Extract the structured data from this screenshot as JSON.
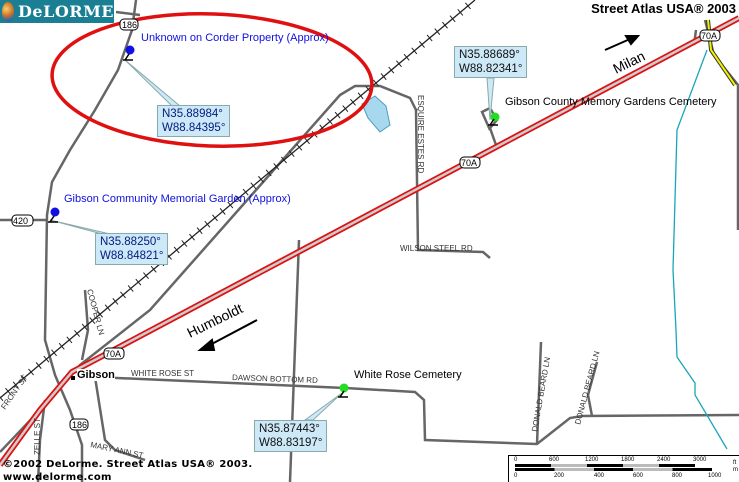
{
  "brand": {
    "logo_text": "DeLORME",
    "product_title": "Street Atlas USA® 2003"
  },
  "markers": [
    {
      "name": "Unknown on Corder Property (Approx)",
      "lat": "N35.88984°",
      "lon": "W88.84395°",
      "color": "#1010e0"
    },
    {
      "name": "Gibson Community Memorial Garden (Approx)",
      "lat": "N35.88250°",
      "lon": "W88.84821°",
      "color": "#1010e0"
    },
    {
      "name": "Gibson County Memory Gardens Cemetery",
      "lat": "N35.88689°",
      "lon": "W88.82341°",
      "color": "#22dd22"
    },
    {
      "name": "White Rose Cemetery",
      "lat": "N35.87443°",
      "lon": "W88.83197°",
      "color": "#22dd22"
    }
  ],
  "places": {
    "gibson": "Gibson",
    "humboldt": "Humboldt",
    "milan": "Milan"
  },
  "roads": {
    "esquire": "ESQUIRE ESTES RD",
    "wilson": "WILSON STEEL RD",
    "white_rose": "WHITE ROSE ST",
    "dawson": "DAWSON BOTTOM RD",
    "mary_ann": "MARY ANN ST",
    "donald1": "DONALD BEARD LN",
    "donald2": "DONALD BEARD LN",
    "cooper": "COOPER LN",
    "front": "FRONT ST",
    "zelle": "ZELLE ST"
  },
  "shields": {
    "r186a": "186",
    "r186b": "186",
    "r420": "420",
    "h70a1": "70A",
    "h70a2": "70A",
    "h70a3": "70A"
  },
  "footer": {
    "copyright": "©2002 DeLorme. Street Atlas USA® 2003.",
    "url": "www.delorme.com"
  },
  "scale_bar": {
    "ft_ticks": [
      "0",
      "600",
      "1200",
      "1800",
      "2400",
      "3000"
    ],
    "ft_unit": "ft",
    "m_ticks": [
      "0",
      "200",
      "400",
      "600",
      "800",
      "1000"
    ],
    "m_unit": "m"
  }
}
